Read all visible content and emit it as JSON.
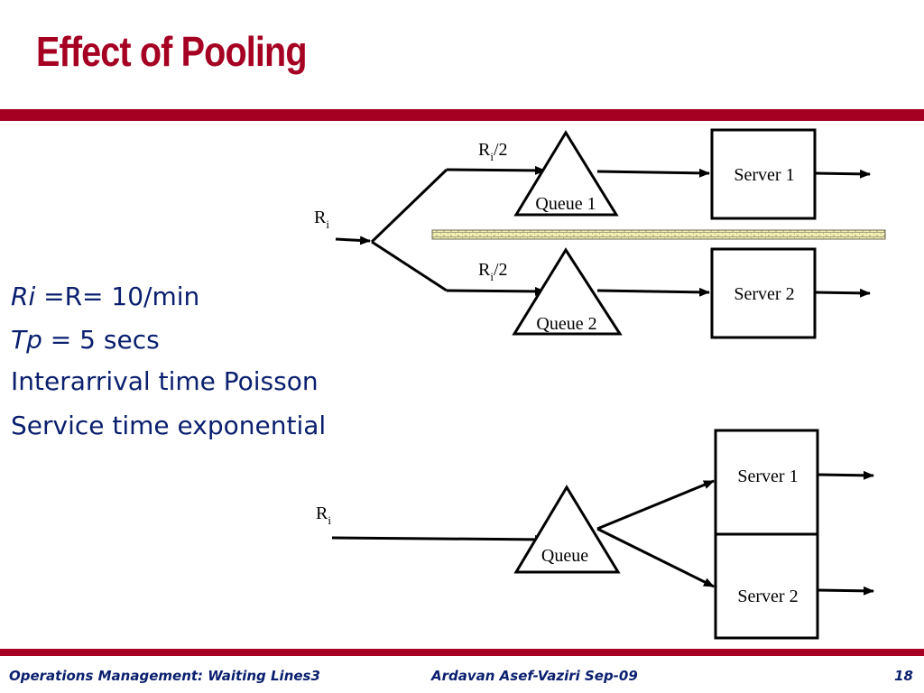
{
  "slide": {
    "title": "Effect of Pooling",
    "colors": {
      "accent": "#a50021",
      "text": "#0a1f6e"
    }
  },
  "bullets": {
    "line1": {
      "var": "Ri",
      "rest": "=R=  10/min"
    },
    "line2": {
      "var": "Tp",
      "rest": "= 5 secs"
    },
    "line3": "Interarrival time Poisson",
    "line4": "Service time exponential"
  },
  "diagram_separate": {
    "arrival": {
      "base": "R",
      "sub": "i"
    },
    "branch1_rate": {
      "base": "R",
      "sub": "i",
      "suffix": "/2"
    },
    "branch2_rate": {
      "base": "R",
      "sub": "i",
      "suffix": "/2"
    },
    "queue1": "Queue 1",
    "queue2": "Queue 2",
    "server1": "Server 1",
    "server2": "Server 2"
  },
  "diagram_pooled": {
    "arrival": {
      "base": "R",
      "sub": "i"
    },
    "queue": "Queue",
    "server1": "Server 1",
    "server2": "Server 2"
  },
  "footer": {
    "course": "Operations Management: Waiting Lines3",
    "author_date": "Ardavan Asef-Vaziri   Sep-09",
    "page": "18"
  }
}
